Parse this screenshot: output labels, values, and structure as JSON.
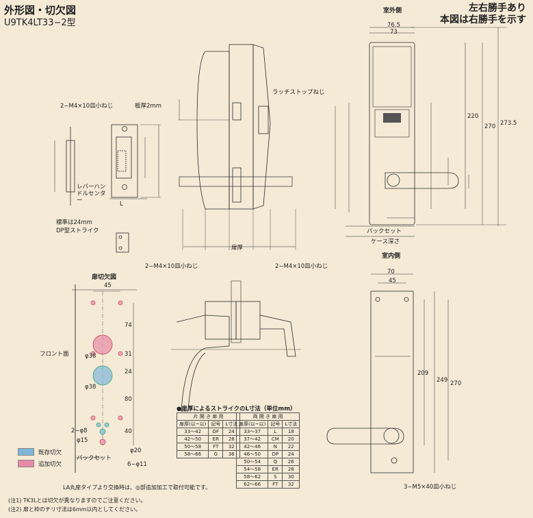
{
  "header": {
    "title": "外形図・切欠図",
    "model": "U9TK4LT33−2型",
    "note_line1": "左右勝手あり",
    "note_line2": "本図は右勝手を示す"
  },
  "views": {
    "outdoor": "室外側",
    "indoor": "室内側",
    "door_cutout": "扉切欠図"
  },
  "strike_labels": {
    "screw": "2−M4×10皿小ねじ",
    "plate": "板厚2mm",
    "lever_center": "レバーハンドルセンター",
    "standard": "標準は24mm",
    "dp_strike": "DP型ストライク",
    "L": "L"
  },
  "side_labels": {
    "latch_screw": "ラッチストップねじ",
    "screw_left": "2−M4×10皿小ねじ",
    "screw_right": "2−M4×10皿小ねじ",
    "door_thickness": "扉厚"
  },
  "front_labels": {
    "backset": "バックセット",
    "case_depth": "ケース深さ",
    "dim_76_5": "76.5",
    "dim_73": "73",
    "dim_220": "220",
    "dim_270": "270",
    "dim_273_5": "273.5"
  },
  "rear_labels": {
    "screw": "3−M5×40皿小ねじ",
    "dim_70": "70",
    "dim_45": "45",
    "dim_209": "209",
    "dim_249": "249",
    "dim_270": "270"
  },
  "cutout_labels": {
    "front_face": "フロント面",
    "backset": "バックセット",
    "d8": "2−φ8",
    "d15": "φ15",
    "d20": "φ20",
    "d11": "6−φ11",
    "d38a": "φ38",
    "d38b": "φ38",
    "dim_45": "45",
    "dim_74": "74",
    "dim_31": "31",
    "dim_24": "24",
    "dim_80": "80",
    "dim_40": "40"
  },
  "legend": {
    "existing": "既存切欠",
    "additional": "追加切欠"
  },
  "strike_table": {
    "title": "●扉厚によるストライクのL寸法（単位mm）",
    "single_header": "片 開 き 扉 用",
    "double_header": "両 開 き 扉 用",
    "cols": [
      "扉厚(以~以)",
      "記号",
      "L寸法"
    ],
    "single": [
      [
        "33〜42",
        "DF",
        "24"
      ],
      [
        "42〜50",
        "ER",
        "28"
      ],
      [
        "50〜58",
        "FT",
        "32"
      ],
      [
        "58〜66",
        "G",
        "36"
      ]
    ],
    "double": [
      [
        "33〜37",
        "L",
        "18"
      ],
      [
        "37〜42",
        "CM",
        "20"
      ],
      [
        "42〜46",
        "N",
        "22"
      ],
      [
        "46〜50",
        "DP",
        "24"
      ],
      [
        "50〜54",
        "Q",
        "26"
      ],
      [
        "54〜58",
        "ER",
        "28"
      ],
      [
        "58〜62",
        "S",
        "30"
      ],
      [
        "62〜66",
        "FT",
        "32"
      ]
    ]
  },
  "footer": {
    "la": "LA丸座タイプより交換時は、◎部追加加工で取付可能です。",
    "note1": "(注1) TK3Lとは切欠が異なりますのでご注意ください。",
    "note2": "(注2) 扉と枠のチリ寸法は6mm以内としてください。"
  },
  "colors": {
    "bg": "#f4ead6",
    "line": "#2a2a2a",
    "existing": "#7fb6d8",
    "additional": "#e88aa6"
  }
}
